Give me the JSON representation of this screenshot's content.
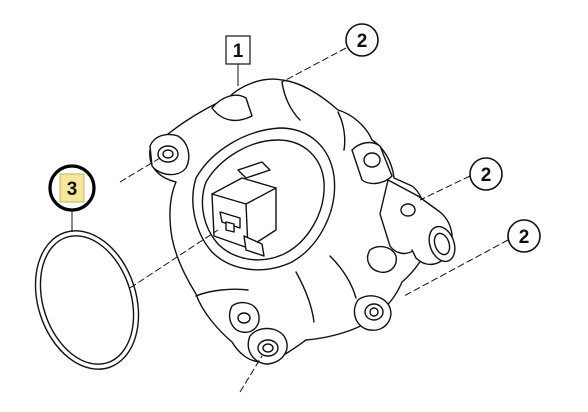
{
  "diagram": {
    "callouts": [
      {
        "id": "pump",
        "label": "1"
      },
      {
        "id": "bolt-top",
        "label": "2"
      },
      {
        "id": "bolt-mid",
        "label": "2"
      },
      {
        "id": "bolt-bottom",
        "label": "2"
      },
      {
        "id": "o-ring",
        "label": "3",
        "highlighted": true
      }
    ],
    "colors": {
      "line": "#111111",
      "highlight_fill": "#f4e69a",
      "highlight_circle": "#000000",
      "background": "#ffffff"
    }
  }
}
